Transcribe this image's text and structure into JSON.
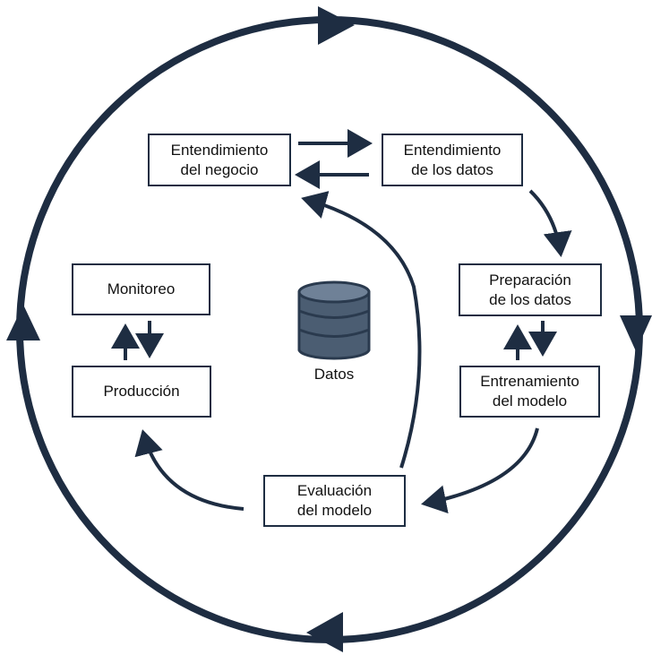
{
  "colors": {
    "stroke": "#1e2d42",
    "db_fill": "#4b5d72",
    "db_edge": "#2a3a4e",
    "db_highlight": "#6f8197"
  },
  "nodes": {
    "business": {
      "line1": "Entendimiento",
      "line2": "del negocio"
    },
    "data": {
      "line1": "Entendimiento",
      "line2": "de los datos"
    },
    "preparation": {
      "line1": "Preparación",
      "line2": "de los datos"
    },
    "training": {
      "line1": "Entrenamiento",
      "line2": "del modelo"
    },
    "evaluation": {
      "line1": "Evaluación",
      "line2": "del modelo"
    },
    "production": {
      "line1": "Producción"
    },
    "monitoring": {
      "line1": "Monitoreo"
    }
  },
  "center": {
    "label": "Datos",
    "icon": "database-icon"
  }
}
